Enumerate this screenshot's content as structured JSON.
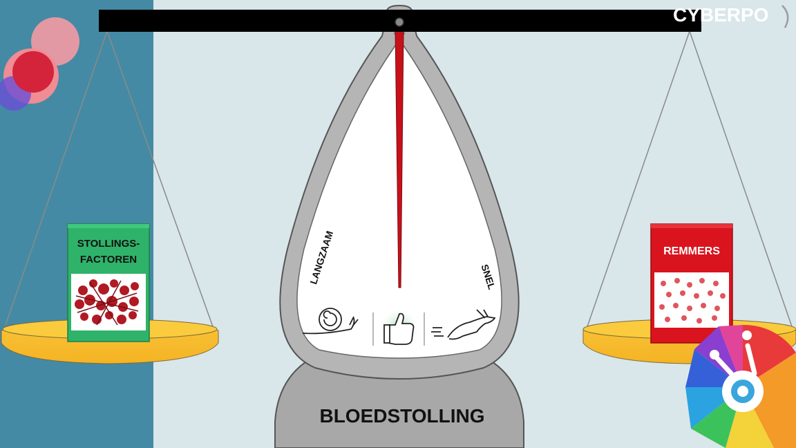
{
  "watermark": {
    "text": "CYBERPO"
  },
  "left_pan": {
    "box_label_line1": "STOLLINGS-",
    "box_label_line2": "FACTOREN",
    "box_color": "#2fb36a"
  },
  "right_pan": {
    "box_label": "REMMERS",
    "box_color": "#d9141e"
  },
  "dial": {
    "left_label": "LANGZAAM",
    "right_label": "SNEL",
    "left_icon": "snail-icon",
    "center_icon": "thumbs-up-icon",
    "right_icon": "hare-icon",
    "needle_color": "#c8101a"
  },
  "base": {
    "label": "BLOEDSTOLLING"
  },
  "colors": {
    "left_panel": "#448aa4",
    "background": "#d9e6ea",
    "pan": "#f7c235",
    "beam": "#000000"
  }
}
